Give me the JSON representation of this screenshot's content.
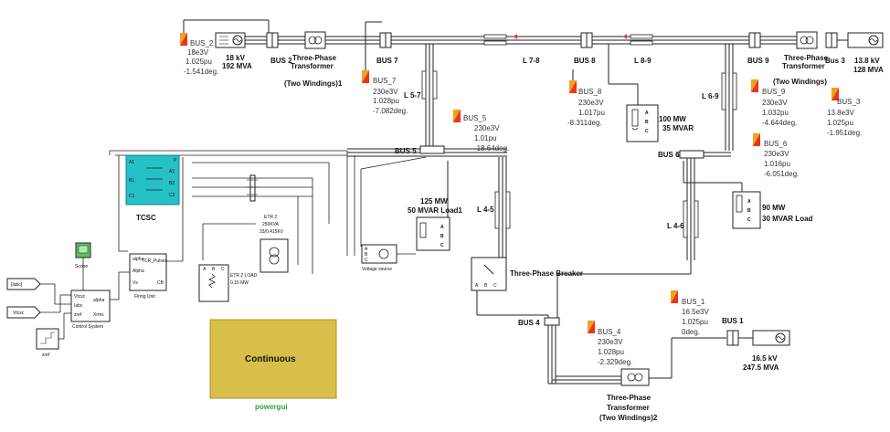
{
  "gens": {
    "g2": {
      "kv": "18 kV",
      "mva": "192 MVA"
    },
    "g3": {
      "kv": "13.8 kV",
      "mva": "128 MVA"
    },
    "g1": {
      "kv": "16.5 kV",
      "mva": "247.5 MVA"
    }
  },
  "buses": {
    "b2": "BUS 2",
    "b7": "BUS 7",
    "b8": "BUS 8",
    "b9": "BUS 9",
    "b3": "Bus 3",
    "b5": "BUS 5",
    "b6": "BUS 6",
    "b4": "BUS 4",
    "b1": "BUS 1"
  },
  "meters": {
    "bus2": {
      "name": "BUS_2",
      "v": "18e3V",
      "pu": "1.025pu",
      "deg": "-1.541deg."
    },
    "bus7": {
      "name": "BUS_7",
      "v": "230e3V",
      "pu": "1.028pu",
      "deg": "-7.082deg."
    },
    "bus8": {
      "name": "BUS_8",
      "v": "230e3V",
      "pu": "1.017pu",
      "deg": "-8.311deg."
    },
    "bus9": {
      "name": "BUS_9",
      "v": "230e3V",
      "pu": "1.032pu",
      "deg": "-4.644deg."
    },
    "bus3": {
      "name": "BUS_3",
      "v": "13.8e3V",
      "pu": "1.025pu",
      "deg": "-1.951deg."
    },
    "bus5": {
      "name": "BUS_5",
      "v": "230e3V",
      "pu": "1.01pu",
      "deg": "-18.64deg."
    },
    "bus6": {
      "name": "BUS_6",
      "v": "230e3V",
      "pu": "1.016pu",
      "deg": "-6.051deg."
    },
    "bus1": {
      "name": "BUS_1",
      "v": "16.5e3V",
      "pu": "1.025pu",
      "deg": "0deg."
    },
    "bus4": {
      "name": "BUS_4",
      "v": "230e3V",
      "pu": "1.028pu",
      "deg": "-2.329deg."
    }
  },
  "transformers": {
    "t1": {
      "line1": "Three-Phase",
      "line2": "Transformer",
      "line3": "(Two Windings)1"
    },
    "t3": {
      "line1": "Three-Phase",
      "line2": "Transformer",
      "line3": "(Two Windings)"
    },
    "t2": {
      "line1": "Three-Phase",
      "line2": "Transformer",
      "line3": "(Two Windings)2"
    }
  },
  "lines": {
    "l78": "L 7-8",
    "l89": "L 8-9",
    "l57": "L 5-7",
    "l69": "L 6-9",
    "l45": "L 4-5",
    "l46": "L 4-6"
  },
  "loads": {
    "l8": {
      "p": "100 MW",
      "q": "35 MVAR"
    },
    "l6": {
      "p": "90 MW",
      "q": "30 MVAR  Load"
    },
    "l5": {
      "p": "125 MW",
      "q": "50 MVAR  Load1"
    }
  },
  "tcsc": {
    "title": "TCSC",
    "ports": [
      "A1",
      "B1",
      "C1",
      "A2",
      "B2",
      "C2",
      "P"
    ]
  },
  "etr": {
    "l1": "ETR 2",
    "l2": "250KVA",
    "l3": "33/0.415KV"
  },
  "etrload": {
    "l1": "ETR 2 LOAD",
    "l2": "0.15 MW"
  },
  "vsource": {
    "label": "Voltage source"
  },
  "breaker": {
    "label": "Three-Phase Breaker"
  },
  "scope": {
    "label": "Scope"
  },
  "firing": {
    "label": "Firing Unit",
    "in1": "alpha",
    "in2": "Alpha",
    "in3": "Vs",
    "out1": "TCR_Pulses",
    "out2": "CB"
  },
  "control": {
    "label": "Control System",
    "in1": "Vtcsc",
    "in2": "Iabc",
    "in3": "zref",
    "out1": "alpha",
    "out2": "Xrms"
  },
  "inputs": {
    "iabc": "[Iabc]",
    "vtcsc": "Vtcsc",
    "zref": "zref"
  },
  "powergui": {
    "title": "Continuous",
    "label": "powergui"
  },
  "colors": {
    "tcsc_fill": "#26c0c7",
    "powergui_fill": "#d8bf4a",
    "powergui_label": "#2aa52a",
    "meter_orange": "#f4a020",
    "meter_red": "#e8361c",
    "scope_green": "#5ec15a"
  }
}
